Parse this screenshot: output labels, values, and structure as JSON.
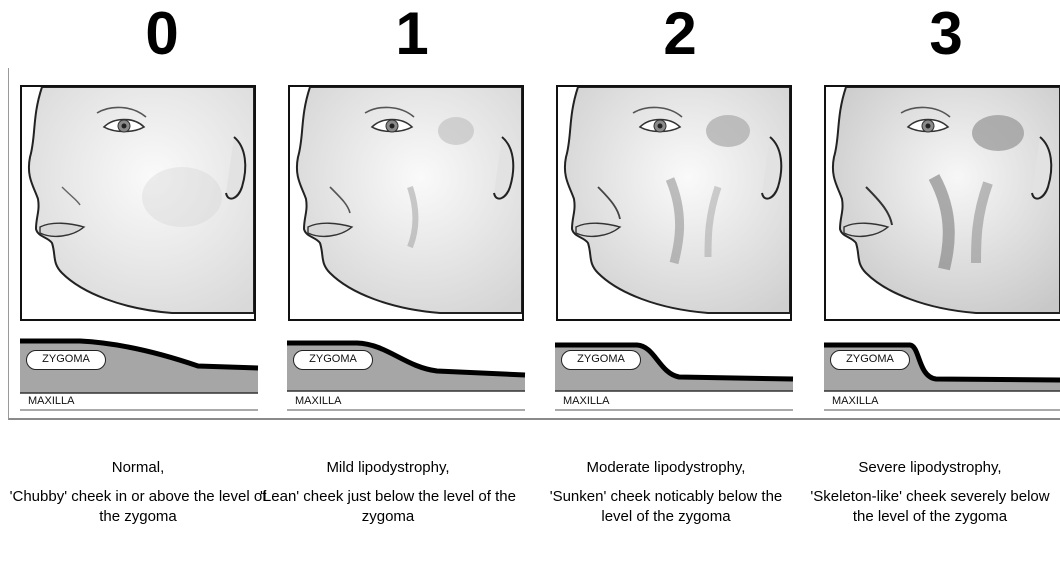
{
  "stages": [
    {
      "grade": "0",
      "zygoma_label": "ZYGOMA",
      "maxilla_label": "MAXILLA",
      "title": "Normal,",
      "description": "'Chubby' cheek in or above the level of the zygoma"
    },
    {
      "grade": "1",
      "zygoma_label": "ZYGOMA",
      "maxilla_label": "MAXILLA",
      "title": "Mild lipodystrophy,",
      "description": "'Lean' cheek just below the level of the zygoma"
    },
    {
      "grade": "2",
      "zygoma_label": "ZYGOMA",
      "maxilla_label": "MAXILLA",
      "title": "Moderate lipodystrophy,",
      "description": "'Sunken' cheek noticably below the level of the zygoma"
    },
    {
      "grade": "3",
      "zygoma_label": "ZYGOMA",
      "maxilla_label": "MAXILLA",
      "title": "Severe lipodystrophy,",
      "description": "'Skeleton-like' cheek severely below the level of the zygoma"
    }
  ],
  "colors": {
    "tissue_fill": "#a6a6a6",
    "outline": "#000000",
    "panel_border": "#111111"
  },
  "icons": [
    "face-illustration-icon",
    "cheek-profile-icon"
  ]
}
